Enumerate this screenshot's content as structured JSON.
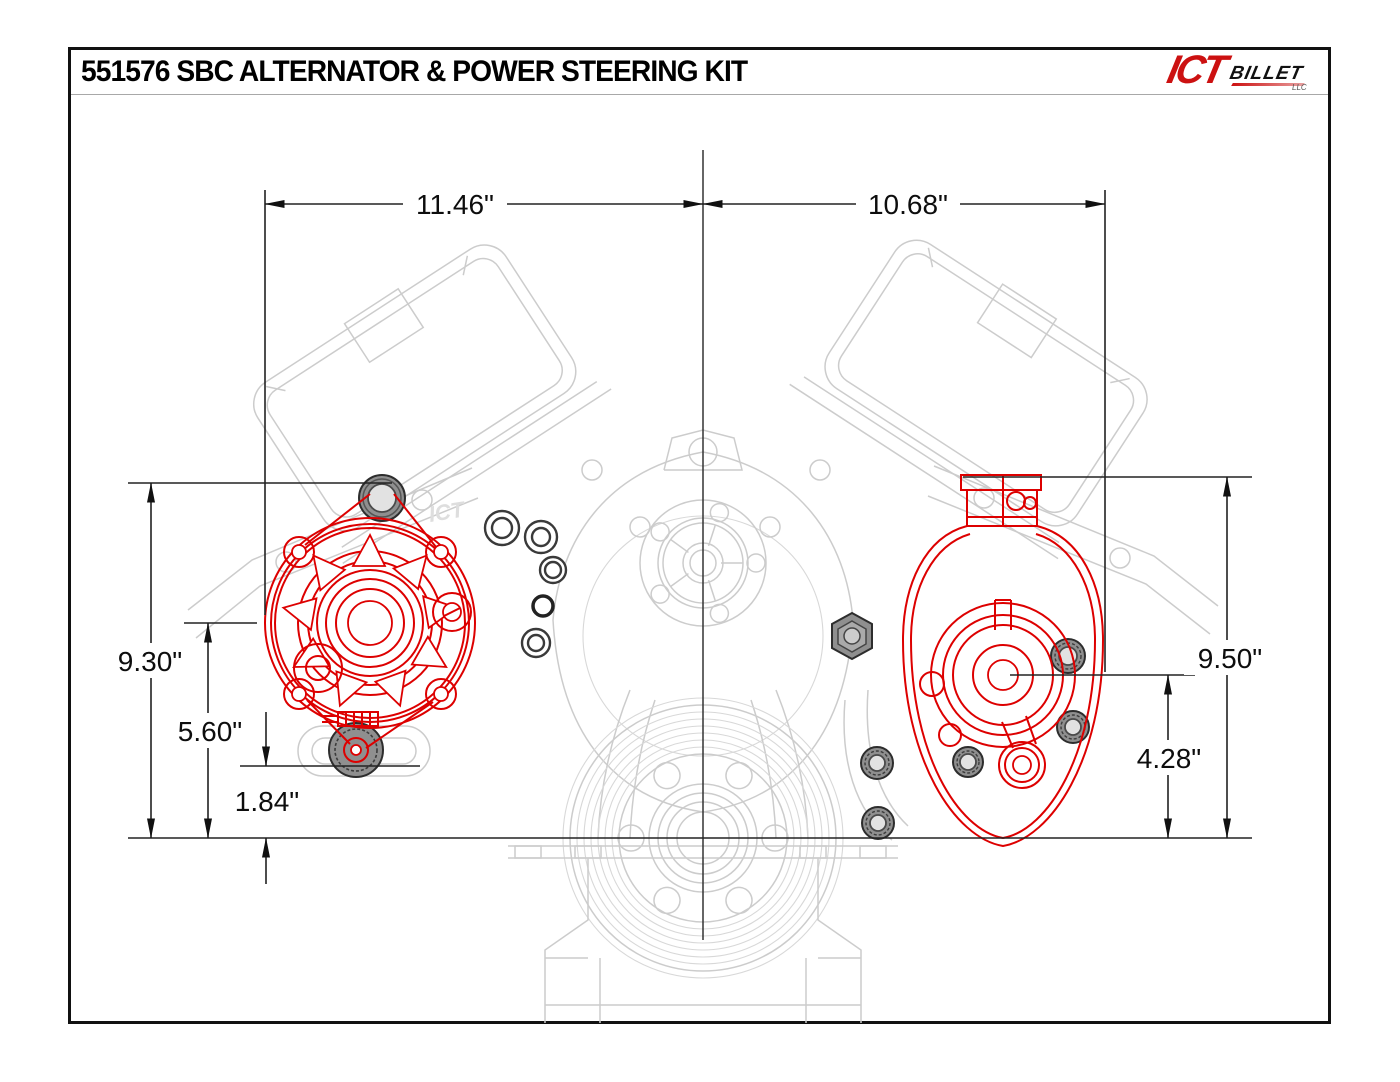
{
  "title_block": {
    "title": "551576 SBC ALTERNATOR & POWER STEERING KIT"
  },
  "logo": {
    "ict": "ICT",
    "billet": "BILLET",
    "suffix": "LLC"
  },
  "drawing": {
    "view": "SBC engine front view with alternator and power steering pump highlighted",
    "units": "inches",
    "watermark": "ICT",
    "dimensions": {
      "horizontal": [
        {
          "id": "alternator-offset",
          "label": "11.46\""
        },
        {
          "id": "power-steering-offset",
          "label": "10.68\""
        }
      ],
      "vertical_left": [
        {
          "id": "alternator-top-height",
          "label": "9.30\""
        },
        {
          "id": "alternator-center-height",
          "label": "5.60\""
        },
        {
          "id": "alternator-bottom-height",
          "label": "1.84\""
        }
      ],
      "vertical_right": [
        {
          "id": "power-steering-top-height",
          "label": "9.50\""
        },
        {
          "id": "power-steering-center-height",
          "label": "4.28\""
        }
      ]
    }
  },
  "colors": {
    "red": "#dd0000",
    "engine": "#cccccc",
    "dim": "#222222",
    "logored": "#cc1111"
  }
}
